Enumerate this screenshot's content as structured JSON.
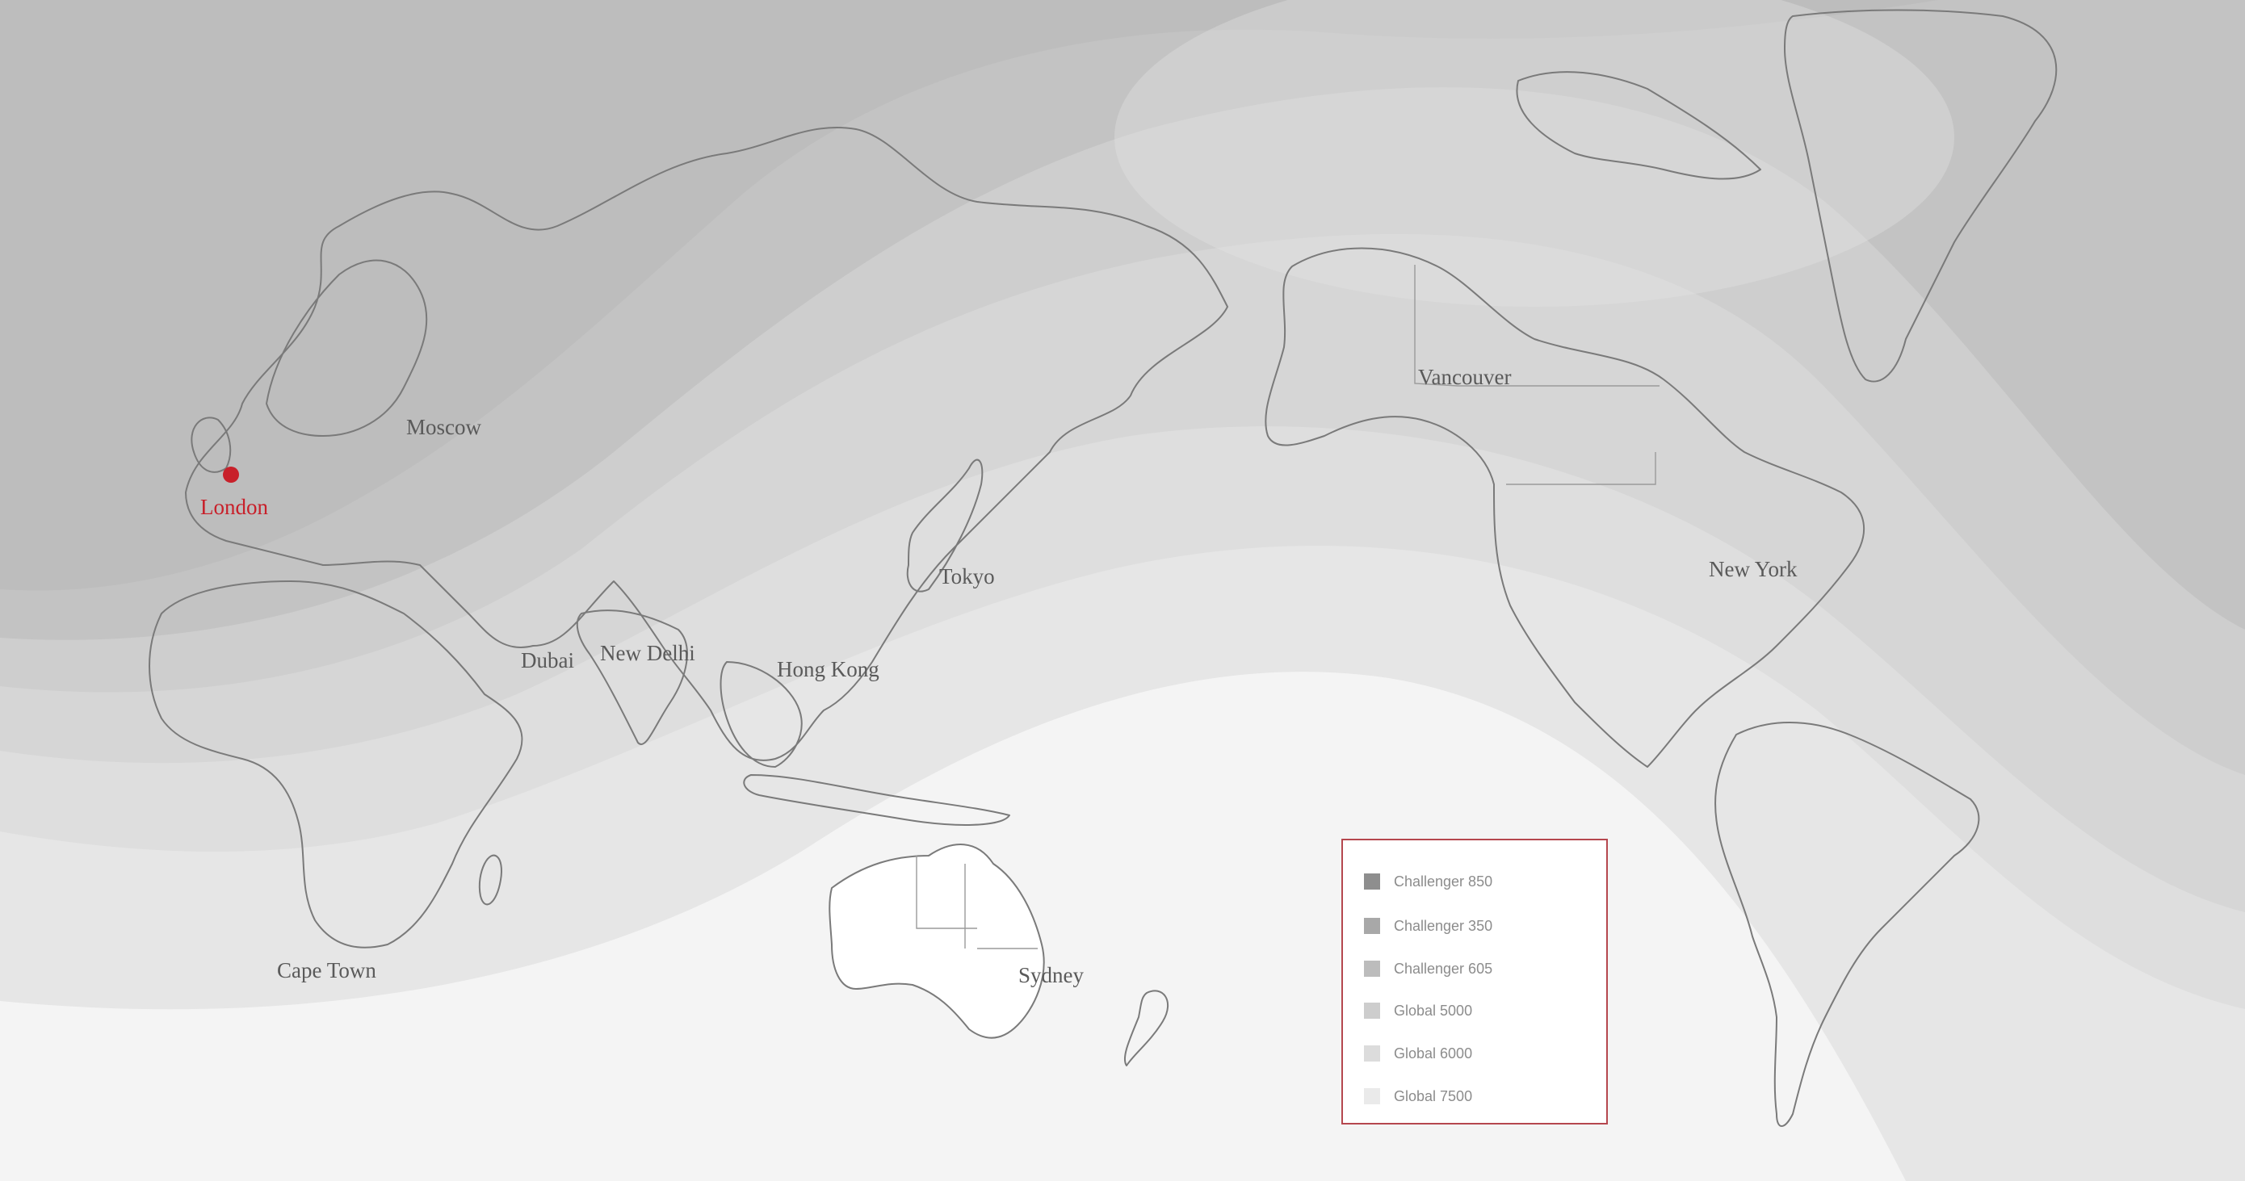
{
  "map": {
    "origin_city": "London",
    "cities": [
      "Moscow",
      "Dubai",
      "New Delhi",
      "Hong Kong",
      "Tokyo",
      "Vancouver",
      "New York",
      "Cape Town",
      "Sydney"
    ],
    "origin_color": "#c8202a"
  },
  "legend": {
    "items": [
      {
        "label": "Challenger 850",
        "color": "#8e8e8e"
      },
      {
        "label": "Challenger 350",
        "color": "#a8a8a8"
      },
      {
        "label": "Challenger 605",
        "color": "#bcbcbc"
      },
      {
        "label": "Global 5000",
        "color": "#cdcdcd"
      },
      {
        "label": "Global 6000",
        "color": "#dcdcdc"
      },
      {
        "label": "Global 7500",
        "color": "#eaeaea"
      }
    ]
  }
}
